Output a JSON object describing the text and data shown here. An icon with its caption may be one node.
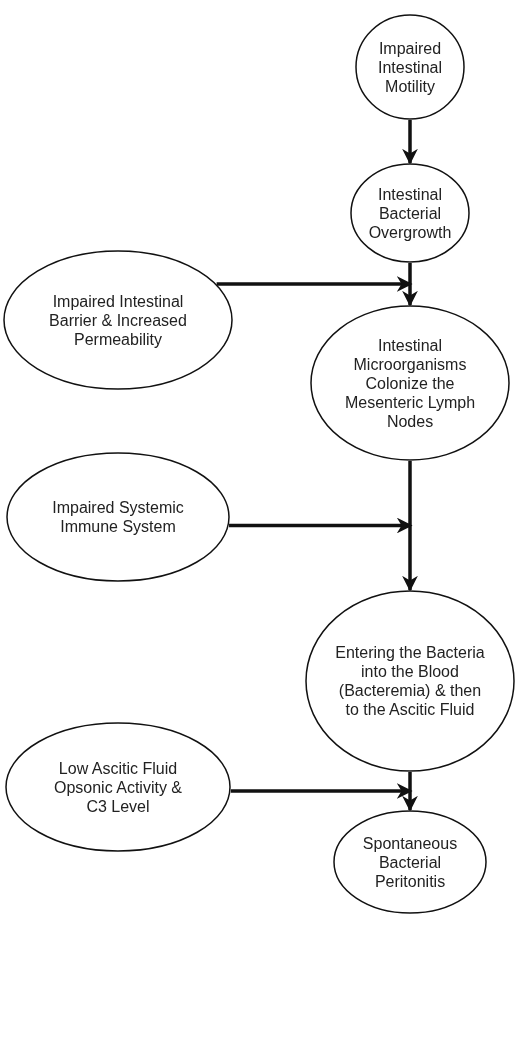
{
  "diagram": {
    "nodes": [
      {
        "text": [
          "Impaired Intestinal Motility"
        ]
      },
      {
        "text": [
          "Intestinal Bacterial Overgrowth"
        ]
      },
      {
        "text": [
          "Impaired Intestinal Barrier & Increased Permeability"
        ]
      },
      {
        "text": [
          "Intestinal Microorganisms Colonize the Mesenteric Lymph Nodes"
        ]
      },
      {
        "text": [
          "Impaired Systemic Immune System"
        ]
      },
      {
        "text": [
          "Entering the Bacteria into the Blood (Bacteremia) & then to the Ascitic Fluid"
        ]
      },
      {
        "text": [
          "Low Ascitic Fluid Opsonic Activity & C3 Level"
        ]
      },
      {
        "text": [
          "Spontaneous Bacterial Peritonitis"
        ]
      }
    ],
    "edges": [
      {
        "from": 0,
        "to": 1,
        "arrow": "to"
      },
      {
        "from": 1,
        "to": 3,
        "arrow": "to"
      },
      {
        "from": 2,
        "to": 3,
        "arrow": "to"
      },
      {
        "from": 3,
        "to": 5,
        "arrow": "to"
      },
      {
        "from": 4,
        "to": 5,
        "arrow": "to"
      },
      {
        "from": 5,
        "to": 7,
        "arrow": "to"
      },
      {
        "from": 6,
        "to": 7,
        "arrow": "to"
      }
    ]
  }
}
